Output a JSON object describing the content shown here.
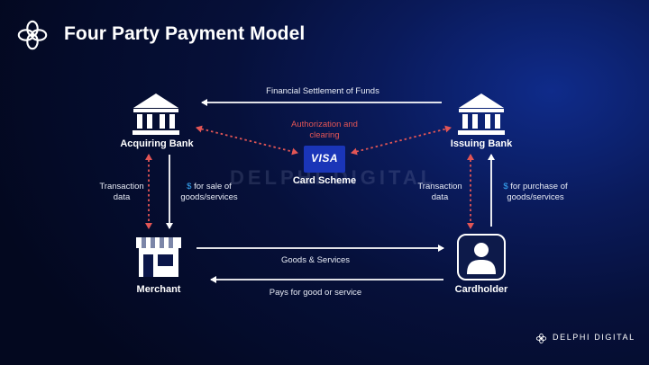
{
  "header": {
    "title": "Four Party Payment Model"
  },
  "nodes": {
    "acquiring_bank": "Acquiring Bank",
    "issuing_bank": "Issuing Bank",
    "card_scheme": "Card Scheme",
    "merchant": "Merchant",
    "cardholder": "Cardholder"
  },
  "card_brand": "VISA",
  "edges": {
    "financial_settlement": "Financial Settlement of Funds",
    "authorization_line1": "Authorization and",
    "authorization_line2": "clearing",
    "left_txn_line1": "Transaction",
    "left_txn_line2": "data",
    "left_sale_line1": "for sale of",
    "left_sale_line2": "goods/services",
    "right_txn_line1": "Transaction",
    "right_txn_line2": "data",
    "right_purchase_line1": "for purchase of",
    "right_purchase_line2": "goods/services",
    "currency_symbol": "$",
    "goods_services": "Goods & Services",
    "pays_for": "Pays for good or service"
  },
  "watermark": "DELPHI DIGITAL",
  "footer": {
    "brand": "DELPHI DIGITAL"
  },
  "colors": {
    "accent_red": "#e25555",
    "accent_blue": "#3ab0ff",
    "visa_blue": "#1a35b8",
    "arrow_white": "#ffffff"
  },
  "icons": {
    "logo": "delphi-logo-icon",
    "bank": "bank-building-icon",
    "store": "storefront-icon",
    "person": "person-icon"
  }
}
